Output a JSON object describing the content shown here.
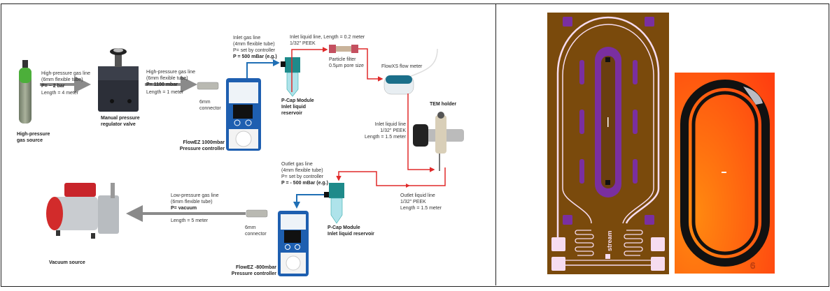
{
  "left_panel": {
    "gas_source": {
      "label": [
        "High-pressure",
        "gas source"
      ]
    },
    "hp_line_1": {
      "lines": [
        "High-pressure gas line",
        "(6mm flexible tube)"
      ],
      "pressure": "P= ~ 2 bar",
      "length": "Length = 4 meter"
    },
    "regulator": {
      "label": [
        "Manual pressure",
        "regulator valve"
      ]
    },
    "hp_line_2": {
      "lines": [
        "High-pressure gas line",
        "(6mm flexible tube)"
      ],
      "pressure": "P= 1100 mbar",
      "length": "Length = 1 meter"
    },
    "connector_1": {
      "label": [
        "6mm",
        "connector"
      ]
    },
    "controller_1": {
      "label": [
        "FlowEZ 1000mbar",
        "Pressure controller"
      ]
    },
    "inlet_gas_line": {
      "lines": [
        "Inlet gas line",
        "(4mm flexible tube)",
        "P= set by controller"
      ],
      "pressure": "P = 500 mBar (e.g.)"
    },
    "pcap_inlet": {
      "label": [
        "P-Cap Module",
        "Inlet liquid",
        "reservoir"
      ]
    },
    "inlet_liquid_short": {
      "lines": [
        "Inlet liquid line, Length = 0.2 meter",
        "1/32\" PEEK"
      ]
    },
    "filter": {
      "label": [
        "Particle filter",
        "0.5µm pore size"
      ]
    },
    "flow_meter": {
      "label": "FlowXS flow meter"
    },
    "tem_holder": {
      "label": "TEM holder"
    },
    "inlet_liquid_long": {
      "lines": [
        "Inlet liquid line",
        "1/32\" PEEK",
        "Length = 1.5 meter"
      ]
    },
    "outlet_gas_line": {
      "lines": [
        "Outlet gas line",
        "(4mm flexible tube)",
        "P= set by controller"
      ],
      "pressure": "P = - 500 mBar (e.g.)"
    },
    "pcap_outlet": {
      "label": [
        "P-Cap Module",
        "Inlet liquid reservoir"
      ]
    },
    "outlet_liquid": {
      "lines": [
        "Outlet liquid line",
        "1/32\" PEEK",
        "Length = 1.5 meter"
      ]
    },
    "lp_line": {
      "lines": [
        "Low-pressure gas line",
        "(6mm flexible tube)"
      ],
      "pressure": "P= vacuum",
      "length": "Length = 5 meter"
    },
    "connector_2": {
      "label": [
        "6mm",
        "connector"
      ]
    },
    "controller_2": {
      "label": [
        "FlowEZ -800mbar",
        "Pressure controller"
      ]
    },
    "vacuum": {
      "label": "Vacuum source"
    }
  },
  "right_panel": {
    "chip_logo": "stream",
    "chip_mark": "6"
  },
  "colors": {
    "gas_line": "#8a8a8a",
    "blue_line": "#1f6fb5",
    "red_line": "#e02a2a",
    "chip_bg": "#7a4a0c",
    "chip_purple": "#7a2fa0",
    "chip_orange": "#ff5010"
  }
}
